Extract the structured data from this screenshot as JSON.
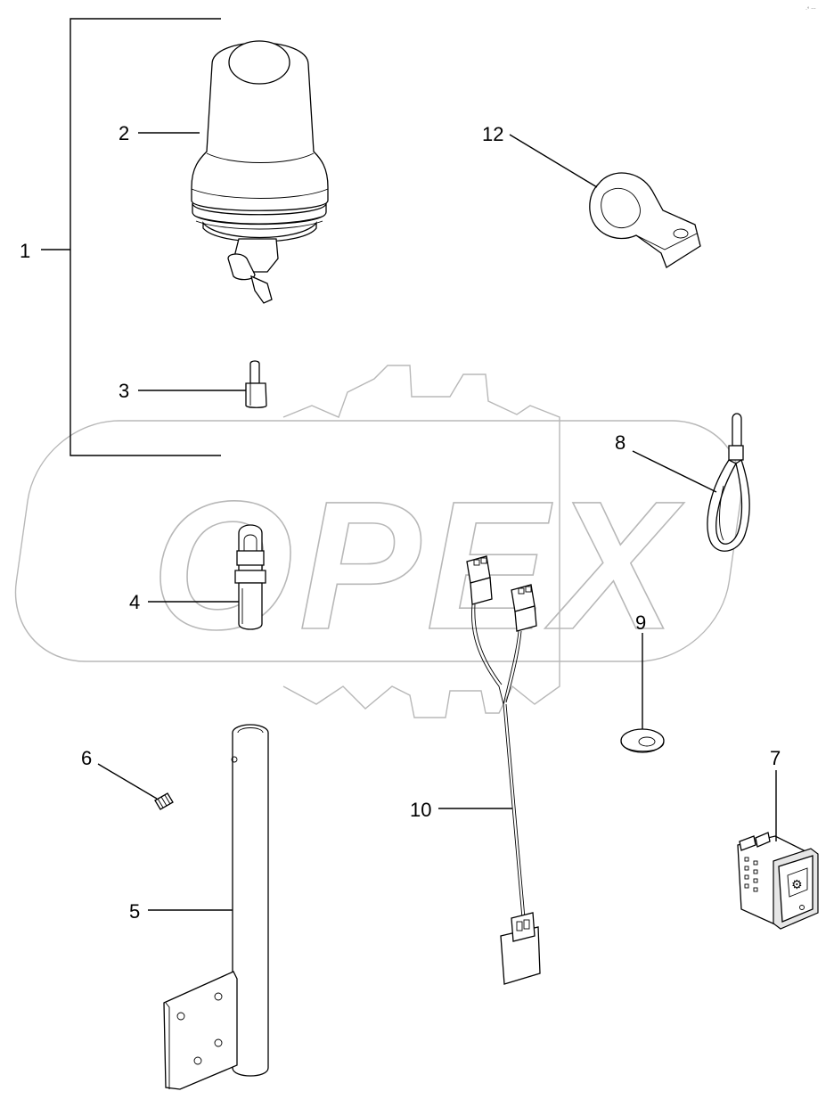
{
  "diagram": {
    "watermark": "OPEX",
    "corner_mark": "·° ‧‧‧",
    "callouts": [
      {
        "id": "1",
        "text": "1"
      },
      {
        "id": "2",
        "text": "2"
      },
      {
        "id": "3",
        "text": "3"
      },
      {
        "id": "4",
        "text": "4"
      },
      {
        "id": "5",
        "text": "5"
      },
      {
        "id": "6",
        "text": "6"
      },
      {
        "id": "7",
        "text": "7"
      },
      {
        "id": "8",
        "text": "8"
      },
      {
        "id": "9",
        "text": "9"
      },
      {
        "id": "10",
        "text": "10"
      },
      {
        "id": "12",
        "text": "12"
      }
    ]
  }
}
